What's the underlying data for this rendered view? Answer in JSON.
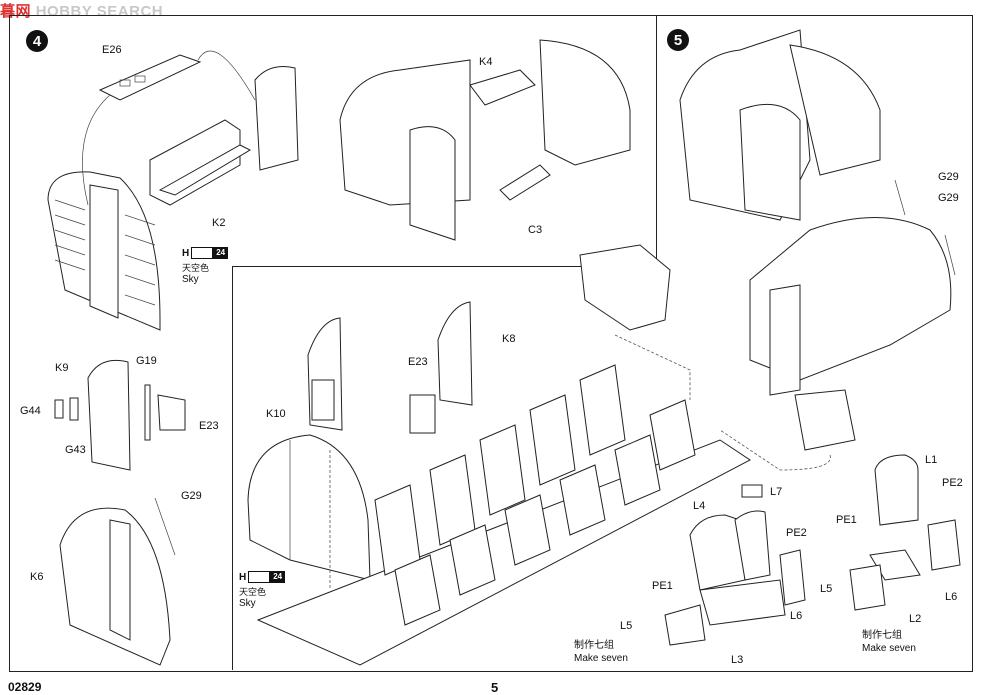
{
  "watermark": {
    "logo_cn": "暮",
    "logo_mid": "网",
    "text": "HOBBY SEARCH"
  },
  "step4": {
    "number": "4"
  },
  "step5": {
    "number": "5"
  },
  "parts": {
    "E26": "E26",
    "K2": "K2",
    "K4": "K4",
    "C3": "C3",
    "K9": "K9",
    "G19": "G19",
    "G44": "G44",
    "G43": "G43",
    "E23a": "E23",
    "G29a": "G29",
    "K6": "K6",
    "K8": "K8",
    "E23b": "E23",
    "K10": "K10",
    "G29b": "G29",
    "G29c": "G29",
    "L7": "L7",
    "L4": "L4",
    "PE2a": "PE2",
    "PE1a": "PE1",
    "L5a": "L5",
    "L6a": "L6",
    "L3": "L3",
    "L1": "L1",
    "PE2b": "PE2",
    "PE1b": "PE1",
    "L5b": "L5",
    "L6b": "L6",
    "L2": "L2"
  },
  "paint_a": {
    "code": "H",
    "number": "24",
    "name_cn": "天空色",
    "name_en": "Sky"
  },
  "paint_b": {
    "code": "H",
    "number": "24",
    "name_cn": "天空色",
    "name_en": "Sky"
  },
  "note_a": {
    "cn": "制作七组",
    "en": "Make seven"
  },
  "note_b": {
    "cn": "制作七组",
    "en": "Make seven"
  },
  "footer": {
    "code": "02829",
    "page": "5"
  }
}
